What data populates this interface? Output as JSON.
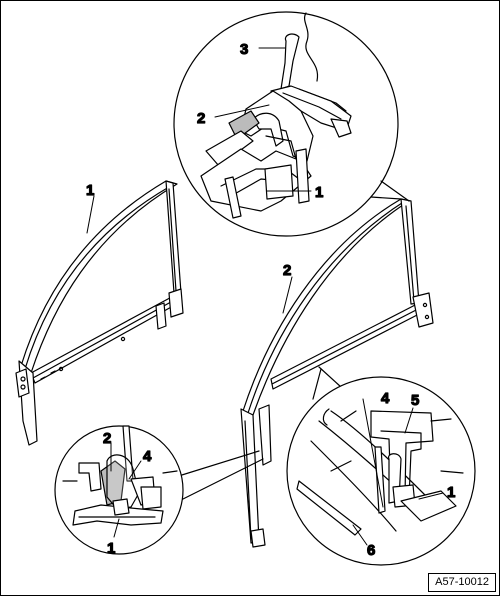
{
  "callouts": {
    "one": "1",
    "two": "2",
    "three": "3",
    "four": "4",
    "five": "5",
    "six": "6"
  },
  "reference_number": "A57-10012"
}
